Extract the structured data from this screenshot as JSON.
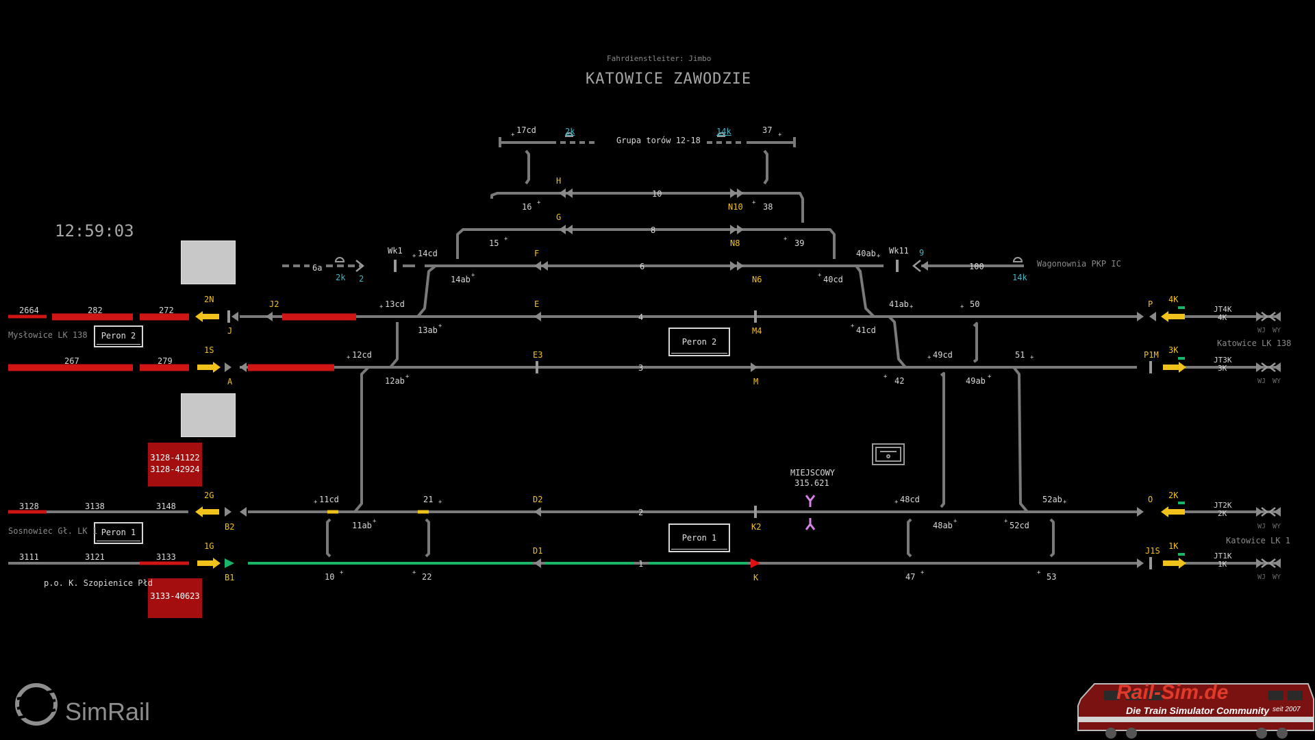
{
  "header": {
    "dispatcher": "Fahrdienstleiter: Jimbo",
    "station_title": "KATOWICE ZAWODZIE"
  },
  "clock": "12:59:03",
  "group_label": "Grupa torów 12-18",
  "label_wagonownia": "Wagonownia PKP IC",
  "peron_labels": {
    "peron1": "Peron 1",
    "peron2": "Peron 2"
  },
  "miejscowy": {
    "title": "MIEJSCOWY",
    "number": "315.621"
  },
  "left_lines": {
    "myslowice": "Mysłowice LK 138",
    "sosnowiec": "Sosnowiec Gł. LK 1",
    "szopienice": "p.o.  K. Szopienice Płd"
  },
  "right_lines": {
    "lk138": "Katowice LK 138",
    "lk1": "Katowice LK 1"
  },
  "train_boxes": {
    "box1": [
      "3128-41122",
      "3128-42924"
    ],
    "box2": [
      "3133-40623"
    ]
  },
  "left_blocks": {
    "r1": [
      "2664",
      "282",
      "272"
    ],
    "r2": [
      "267",
      "279"
    ],
    "r3": [
      "3128",
      "3138",
      "3148"
    ],
    "r4": [
      "3111",
      "3121",
      "3133"
    ]
  },
  "signals": {
    "s2N": "2N",
    "s1S": "1S",
    "s2G": "2G",
    "s1G": "1G",
    "J2": "J2",
    "J": "J",
    "A": "A",
    "B2": "B2",
    "B1": "B1",
    "H": "H",
    "G": "G",
    "F": "F",
    "E": "E",
    "E3": "E3",
    "D2": "D2",
    "D1": "D1",
    "N10": "N10",
    "N8": "N8",
    "N6": "N6",
    "M4": "M4",
    "M": "M",
    "K2": "K2",
    "K": "K",
    "P": "P",
    "P1M": "P1M",
    "O": "O",
    "J1S": "J1S",
    "s4K": "4K",
    "s3K": "3K",
    "s2K": "2K",
    "s1K": "1K"
  },
  "jt_labels": {
    "jt4": [
      "JT4K",
      "4K"
    ],
    "jt3": [
      "JT3K",
      "3K"
    ],
    "jt2": [
      "JT2K",
      "2K"
    ],
    "jt1": [
      "JT1K",
      "1K"
    ],
    "wj": "WJ",
    "wy": "WY"
  },
  "tracks": {
    "t1": "1",
    "t2": "2",
    "t3": "3",
    "t4": "4",
    "t6": "6",
    "t8": "8",
    "t10": "10",
    "t100": "100"
  },
  "switches": {
    "sw17cd": "17cd",
    "sw2k_top": "2k",
    "sw14k_top": "14k",
    "sw37": "37",
    "sw16": "16",
    "sw38": "38",
    "sw15": "15",
    "sw39": "39",
    "sw6a": "6a",
    "sw2k": "2k",
    "sw2": "2",
    "swWk1": "Wk1",
    "sw14cd": "14cd",
    "sw14ab": "14ab",
    "sw40ab": "40ab",
    "swWk11": "Wk11",
    "sw9": "9",
    "sw40cd": "40cd",
    "sw14k": "14k",
    "sw13cd": "13cd",
    "sw13ab": "13ab",
    "sw41ab": "41ab",
    "sw50": "50",
    "sw41cd": "41cd",
    "sw12cd": "12cd",
    "sw12ab": "12ab",
    "sw49cd": "49cd",
    "sw51": "51",
    "sw49ab": "49ab",
    "sw42": "42",
    "sw11cd": "11cd",
    "sw21": "21",
    "sw48cd": "48cd",
    "sw52ab": "52ab",
    "sw11ab": "11ab",
    "sw48ab": "48ab",
    "sw52cd": "52cd",
    "sw10": "10",
    "sw22": "22",
    "sw47": "47",
    "sw53": "53"
  },
  "brands": {
    "simrail": "SimRail",
    "railsim": "Rail-Sim.de",
    "railsim_sub": "Die Train Simulator Community",
    "railsim_since": "seit 2007"
  },
  "colors": {
    "track": "#7a7a7a",
    "occupied": "#d01515",
    "route": "#19b66a",
    "signal_yellow": "#f2c21c",
    "signal_green": "#19b66a",
    "signal_red": "#e01010",
    "label_yellow": "#f2c21c",
    "label_cyan": "#3bb7c5",
    "miejscowy_pink": "#d782e6"
  }
}
